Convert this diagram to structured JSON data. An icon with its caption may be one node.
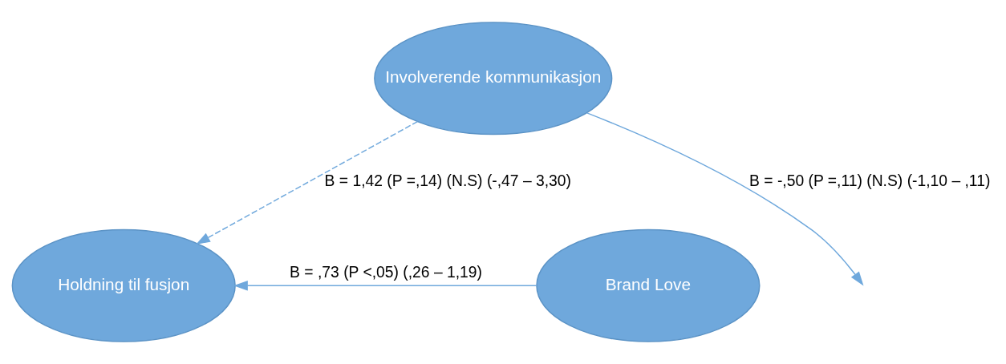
{
  "diagram": {
    "nodes": [
      {
        "text": [
          "Involverende kommunikasjon"
        ]
      },
      {
        "text": [
          "Brand Love"
        ]
      },
      {
        "text": [
          "Holdning til fusjon"
        ]
      }
    ],
    "edges": [
      {
        "from": 0,
        "to": null,
        "arrow": "to",
        "label": "B = -,50 (P =,11) (N.S) (-1,10 – ,11)"
      },
      {
        "from": 0,
        "to": 2,
        "arrow": "to",
        "style": "dashed",
        "label": "B = 1,42 (P =,14) (N.S) (-,47 – 3,30)"
      },
      {
        "from": 1,
        "to": 2,
        "arrow": "to",
        "label": "B = ,73 (P <,05) (,26 – 1,19)"
      }
    ]
  }
}
